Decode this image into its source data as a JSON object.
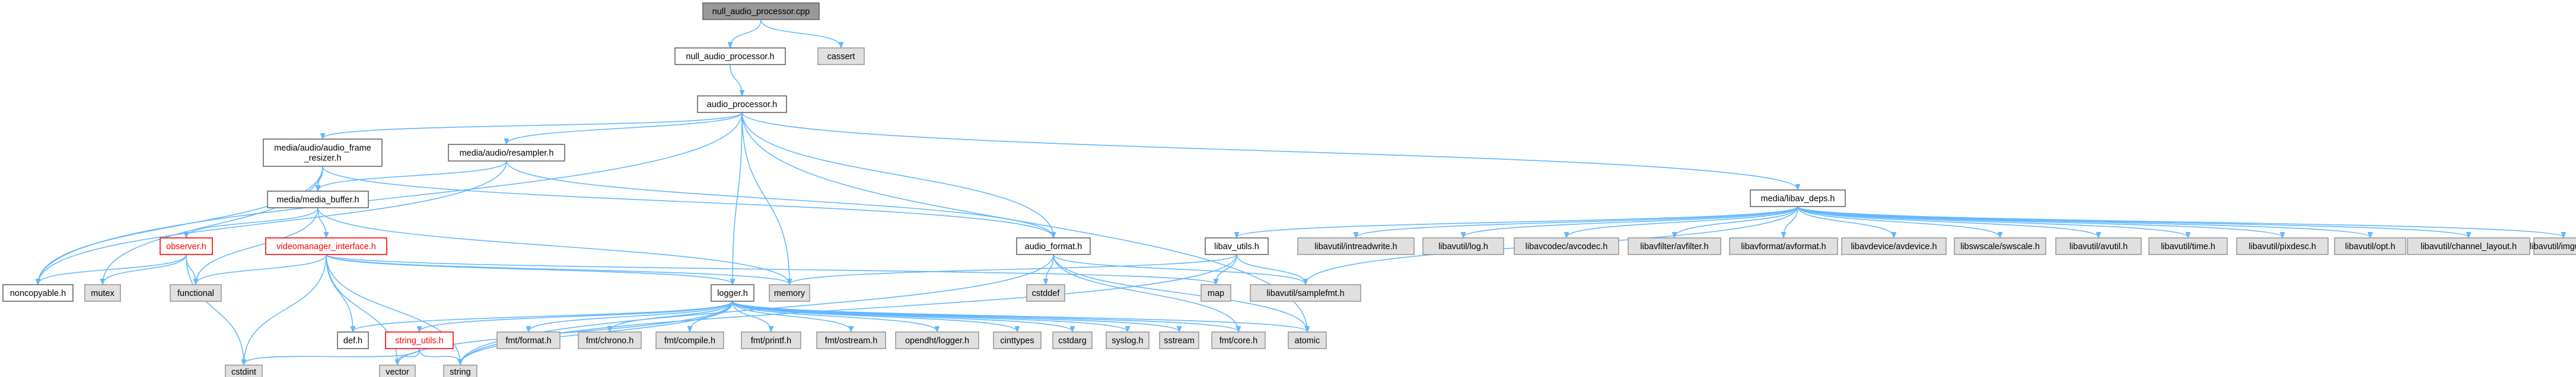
{
  "colors": {
    "edge": "#63b8ff",
    "root_fill": "#999999",
    "system_fill": "#e0e0e0",
    "border": "#666666",
    "warning_text": "#ff0000"
  },
  "nodes": [
    {
      "id": "null_audio_processor_cpp",
      "label": "null_audio_processor.cpp",
      "kind": "root"
    },
    {
      "id": "null_audio_processor_h",
      "label": "null_audio_processor.h",
      "kind": "doc"
    },
    {
      "id": "cassert",
      "label": "cassert",
      "kind": "sys"
    },
    {
      "id": "audio_processor_h",
      "label": "audio_processor.h",
      "kind": "doc"
    },
    {
      "id": "audio_frame_resizer_h",
      "label": [
        "media/audio/audio_frame",
        "_resizer.h"
      ],
      "kind": "doc"
    },
    {
      "id": "resampler_h",
      "label": "media/audio/resampler.h",
      "kind": "doc"
    },
    {
      "id": "libav_deps_h",
      "label": "media/libav_deps.h",
      "kind": "doc"
    },
    {
      "id": "media_buffer_h",
      "label": "media/media_buffer.h",
      "kind": "doc"
    },
    {
      "id": "audio_format_h",
      "label": "audio_format.h",
      "kind": "doc"
    },
    {
      "id": "libav_utils_h",
      "label": "libav_utils.h",
      "kind": "doc"
    },
    {
      "id": "observer_h",
      "label": "observer.h",
      "kind": "doc-red"
    },
    {
      "id": "videomanager_interface_h",
      "label": "videomanager_interface.h",
      "kind": "doc-red"
    },
    {
      "id": "logger_h",
      "label": "logger.h",
      "kind": "doc"
    },
    {
      "id": "noncopyable_h",
      "label": "noncopyable.h",
      "kind": "doc"
    },
    {
      "id": "mutex",
      "label": "mutex",
      "kind": "sys"
    },
    {
      "id": "functional",
      "label": "functional",
      "kind": "sys"
    },
    {
      "id": "memory",
      "label": "memory",
      "kind": "sys"
    },
    {
      "id": "cstddef",
      "label": "cstddef",
      "kind": "sys"
    },
    {
      "id": "map",
      "label": "map",
      "kind": "sys"
    },
    {
      "id": "samplefmt_h",
      "label": "libavutil/samplefmt.h",
      "kind": "sys"
    },
    {
      "id": "intreadwrite_h",
      "label": "libavutil/intreadwrite.h",
      "kind": "sys"
    },
    {
      "id": "log_h",
      "label": "libavutil/log.h",
      "kind": "sys"
    },
    {
      "id": "avcodec_h",
      "label": "libavcodec/avcodec.h",
      "kind": "sys"
    },
    {
      "id": "avfilter_h",
      "label": "libavfilter/avfilter.h",
      "kind": "sys"
    },
    {
      "id": "avformat_h",
      "label": "libavformat/avformat.h",
      "kind": "sys"
    },
    {
      "id": "avdevice_h",
      "label": "libavdevice/avdevice.h",
      "kind": "sys"
    },
    {
      "id": "swscale_h",
      "label": "libswscale/swscale.h",
      "kind": "sys"
    },
    {
      "id": "avutil_h",
      "label": "libavutil/avutil.h",
      "kind": "sys"
    },
    {
      "id": "time_h",
      "label": "libavutil/time.h",
      "kind": "sys"
    },
    {
      "id": "pixdesc_h",
      "label": "libavutil/pixdesc.h",
      "kind": "sys"
    },
    {
      "id": "opt_h",
      "label": "libavutil/opt.h",
      "kind": "sys"
    },
    {
      "id": "channel_layout_h",
      "label": "libavutil/channel_layout.h",
      "kind": "sys"
    },
    {
      "id": "imgutils_h",
      "label": "libavutil/imgutils.h",
      "kind": "sys"
    },
    {
      "id": "def_h",
      "label": "def.h",
      "kind": "doc"
    },
    {
      "id": "string_utils_h",
      "label": "string_utils.h",
      "kind": "doc-red"
    },
    {
      "id": "fmt_format_h",
      "label": "fmt/format.h",
      "kind": "sys"
    },
    {
      "id": "fmt_chrono_h",
      "label": "fmt/chrono.h",
      "kind": "sys"
    },
    {
      "id": "fmt_compile_h",
      "label": "fmt/compile.h",
      "kind": "sys"
    },
    {
      "id": "fmt_printf_h",
      "label": "fmt/printf.h",
      "kind": "sys"
    },
    {
      "id": "fmt_ostream_h",
      "label": "fmt/ostream.h",
      "kind": "sys"
    },
    {
      "id": "opendht_logger_h",
      "label": "opendht/logger.h",
      "kind": "sys"
    },
    {
      "id": "cinttypes",
      "label": "cinttypes",
      "kind": "sys"
    },
    {
      "id": "cstdarg",
      "label": "cstdarg",
      "kind": "sys"
    },
    {
      "id": "syslog_h",
      "label": "syslog.h",
      "kind": "sys"
    },
    {
      "id": "sstream",
      "label": "sstream",
      "kind": "sys"
    },
    {
      "id": "fmt_core_h",
      "label": "fmt/core.h",
      "kind": "sys"
    },
    {
      "id": "atomic",
      "label": "atomic",
      "kind": "sys"
    },
    {
      "id": "cstdint",
      "label": "cstdint",
      "kind": "sys"
    },
    {
      "id": "vector",
      "label": "vector",
      "kind": "sys"
    },
    {
      "id": "string",
      "label": "string",
      "kind": "sys"
    }
  ],
  "edges": [
    [
      "null_audio_processor_cpp",
      "null_audio_processor_h"
    ],
    [
      "null_audio_processor_cpp",
      "cassert"
    ],
    [
      "null_audio_processor_h",
      "audio_processor_h"
    ],
    [
      "audio_processor_h",
      "audio_frame_resizer_h"
    ],
    [
      "audio_processor_h",
      "resampler_h"
    ],
    [
      "audio_processor_h",
      "libav_deps_h"
    ],
    [
      "audio_processor_h",
      "audio_format_h"
    ],
    [
      "audio_processor_h",
      "logger_h"
    ],
    [
      "audio_processor_h",
      "memory"
    ],
    [
      "audio_processor_h",
      "noncopyable_h"
    ],
    [
      "audio_processor_h",
      "atomic"
    ],
    [
      "audio_frame_resizer_h",
      "media_buffer_h"
    ],
    [
      "audio_frame_resizer_h",
      "audio_format_h"
    ],
    [
      "audio_frame_resizer_h",
      "noncopyable_h"
    ],
    [
      "audio_frame_resizer_h",
      "mutex"
    ],
    [
      "resampler_h",
      "media_buffer_h"
    ],
    [
      "resampler_h",
      "audio_format_h"
    ],
    [
      "resampler_h",
      "noncopyable_h"
    ],
    [
      "libav_deps_h",
      "samplefmt_h"
    ],
    [
      "libav_deps_h",
      "libav_utils_h"
    ],
    [
      "libav_deps_h",
      "intreadwrite_h"
    ],
    [
      "libav_deps_h",
      "log_h"
    ],
    [
      "libav_deps_h",
      "avcodec_h"
    ],
    [
      "libav_deps_h",
      "avfilter_h"
    ],
    [
      "libav_deps_h",
      "avformat_h"
    ],
    [
      "libav_deps_h",
      "avdevice_h"
    ],
    [
      "libav_deps_h",
      "swscale_h"
    ],
    [
      "libav_deps_h",
      "avutil_h"
    ],
    [
      "libav_deps_h",
      "time_h"
    ],
    [
      "libav_deps_h",
      "pixdesc_h"
    ],
    [
      "libav_deps_h",
      "opt_h"
    ],
    [
      "libav_deps_h",
      "channel_layout_h"
    ],
    [
      "libav_deps_h",
      "imgutils_h"
    ],
    [
      "media_buffer_h",
      "observer_h"
    ],
    [
      "media_buffer_h",
      "videomanager_interface_h"
    ],
    [
      "media_buffer_h",
      "memory"
    ],
    [
      "media_buffer_h",
      "functional"
    ],
    [
      "audio_format_h",
      "cstddef"
    ],
    [
      "audio_format_h",
      "samplefmt_h"
    ],
    [
      "audio_format_h",
      "fmt_core_h"
    ],
    [
      "audio_format_h",
      "string"
    ],
    [
      "audio_format_h",
      "atomic"
    ],
    [
      "libav_utils_h",
      "map"
    ],
    [
      "libav_utils_h",
      "samplefmt_h"
    ],
    [
      "libav_utils_h",
      "memory"
    ],
    [
      "libav_utils_h",
      "string"
    ],
    [
      "observer_h",
      "noncopyable_h"
    ],
    [
      "observer_h",
      "functional"
    ],
    [
      "observer_h",
      "mutex"
    ],
    [
      "observer_h",
      "cstdint"
    ],
    [
      "videomanager_interface_h",
      "logger_h"
    ],
    [
      "videomanager_interface_h",
      "def_h"
    ],
    [
      "videomanager_interface_h",
      "memory"
    ],
    [
      "videomanager_interface_h",
      "functional"
    ],
    [
      "videomanager_interface_h",
      "vector"
    ],
    [
      "videomanager_interface_h",
      "cstdint"
    ],
    [
      "videomanager_interface_h",
      "string"
    ],
    [
      "videomanager_interface_h",
      "map"
    ],
    [
      "logger_h",
      "def_h"
    ],
    [
      "logger_h",
      "string_utils_h"
    ],
    [
      "logger_h",
      "fmt_format_h"
    ],
    [
      "logger_h",
      "fmt_chrono_h"
    ],
    [
      "logger_h",
      "fmt_compile_h"
    ],
    [
      "logger_h",
      "fmt_printf_h"
    ],
    [
      "logger_h",
      "fmt_ostream_h"
    ],
    [
      "logger_h",
      "opendht_logger_h"
    ],
    [
      "logger_h",
      "cinttypes"
    ],
    [
      "logger_h",
      "cstdarg"
    ],
    [
      "logger_h",
      "syslog_h"
    ],
    [
      "logger_h",
      "sstream"
    ],
    [
      "logger_h",
      "fmt_core_h"
    ],
    [
      "logger_h",
      "atomic"
    ],
    [
      "logger_h",
      "string"
    ],
    [
      "logger_h",
      "vector"
    ],
    [
      "string_utils_h",
      "cstdint"
    ],
    [
      "string_utils_h",
      "vector"
    ],
    [
      "string_utils_h",
      "string"
    ]
  ]
}
